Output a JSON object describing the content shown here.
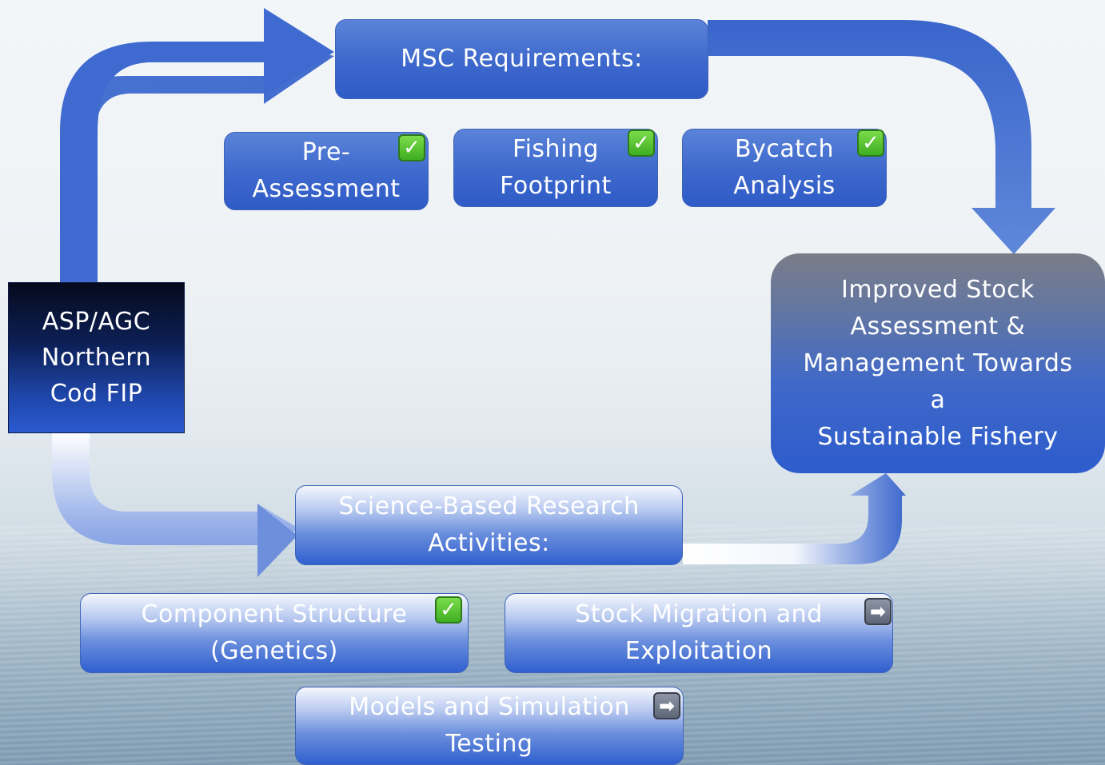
{
  "colors": {
    "box_blue": "#3d68cc",
    "arrow_blue": "#3f6bd0",
    "check_green": "#3fae22",
    "forward_gray": "#6b7384",
    "start_dark": "#0c1f55"
  },
  "start": {
    "label": "ASP/AGC\nNorthern\nCod FIP"
  },
  "goal": {
    "label": "Improved Stock\nAssessment &\nManagement Towards\na\nSustainable Fishery"
  },
  "msc": {
    "title": "MSC Requirements:",
    "items": [
      {
        "label": "Pre-\nAssessment",
        "status_icon": "check-mark-icon"
      },
      {
        "label": "Fishing\nFootprint",
        "status_icon": "check-mark-icon"
      },
      {
        "label": "Bycatch\nAnalysis",
        "status_icon": "check-mark-icon"
      }
    ]
  },
  "science": {
    "title": "Science-Based Research\nActivities:",
    "items": [
      {
        "label": "Component Structure\n(Genetics)",
        "status_icon": "check-mark-icon"
      },
      {
        "label": "Stock Migration and\nExploitation",
        "status_icon": "forward-arrow-icon"
      },
      {
        "label": "Models and Simulation\nTesting",
        "status_icon": "forward-arrow-icon"
      }
    ]
  },
  "icons": {
    "check": "✓",
    "forward": "➡"
  }
}
